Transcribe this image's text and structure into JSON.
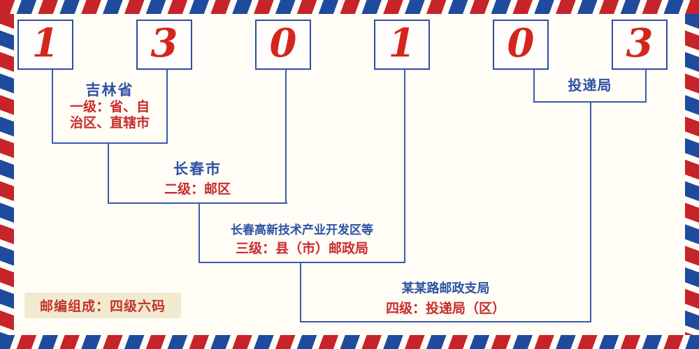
{
  "postal_code": {
    "digits": [
      "1",
      "3",
      "0",
      "1",
      "0",
      "3"
    ]
  },
  "levels": [
    {
      "name": "吉林省",
      "desc": "一级：省、自\n治区、直辖市"
    },
    {
      "name": "长春市",
      "desc": "二级：邮区"
    },
    {
      "name": "长春高新技术产业开发区等",
      "desc": "三级：县（市）邮政局"
    },
    {
      "name": "某某路邮政支局",
      "desc": "四级：投递局（区）"
    }
  ],
  "delivery": {
    "name": "投递局"
  },
  "footer": {
    "composition": "邮编组成：四级六码"
  },
  "colors": {
    "digit_red": "#d5261b",
    "line_blue": "#3a5cad",
    "label_blue": "#2d51a3",
    "label_red": "#c92b2b",
    "border_red": "#c7232b",
    "border_blue": "#1f4b9e",
    "note_bg": "#f1ead0"
  }
}
